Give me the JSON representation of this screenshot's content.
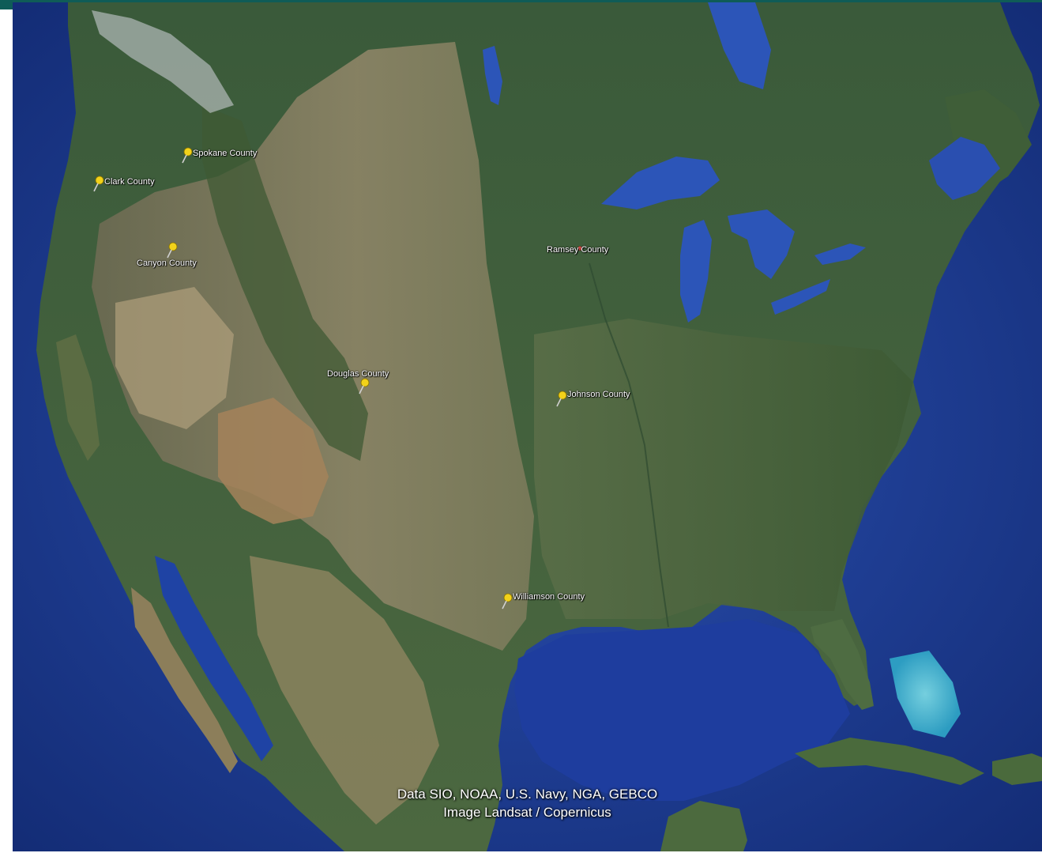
{
  "map": {
    "view": "satellite",
    "placemarks": [
      {
        "id": "spokane",
        "label": "Spokane County",
        "color": "#f2d21a",
        "icon": "pushpin-icon"
      },
      {
        "id": "clark",
        "label": "Clark County",
        "color": "#f2d21a",
        "icon": "pushpin-icon"
      },
      {
        "id": "canyon",
        "label": "Canyon County",
        "color": "#f2d21a",
        "icon": "pushpin-icon"
      },
      {
        "id": "ramsey",
        "label": "Ramsey County",
        "color": "#e0504a",
        "icon": "pushpin-icon"
      },
      {
        "id": "douglas",
        "label": "Douglas County",
        "color": "#f2d21a",
        "icon": "pushpin-icon"
      },
      {
        "id": "johnson",
        "label": "Johnson County",
        "color": "#f2d21a",
        "icon": "pushpin-icon"
      },
      {
        "id": "williamson",
        "label": "Williamson County",
        "color": "#f2d21a",
        "icon": "pushpin-icon"
      }
    ]
  },
  "attribution": {
    "line1": "Data SIO, NOAA, U.S. Navy, NGA, GEBCO",
    "line2": "Image Landsat / Copernicus"
  },
  "colors": {
    "ocean": "#1f3f9a",
    "ocean_deep": "#12286e",
    "land": "#4a6a3c",
    "land_dry": "#8a8465",
    "desert": "#a8865c",
    "lakes": "#2c55b8",
    "frame": "#0f5c57"
  }
}
